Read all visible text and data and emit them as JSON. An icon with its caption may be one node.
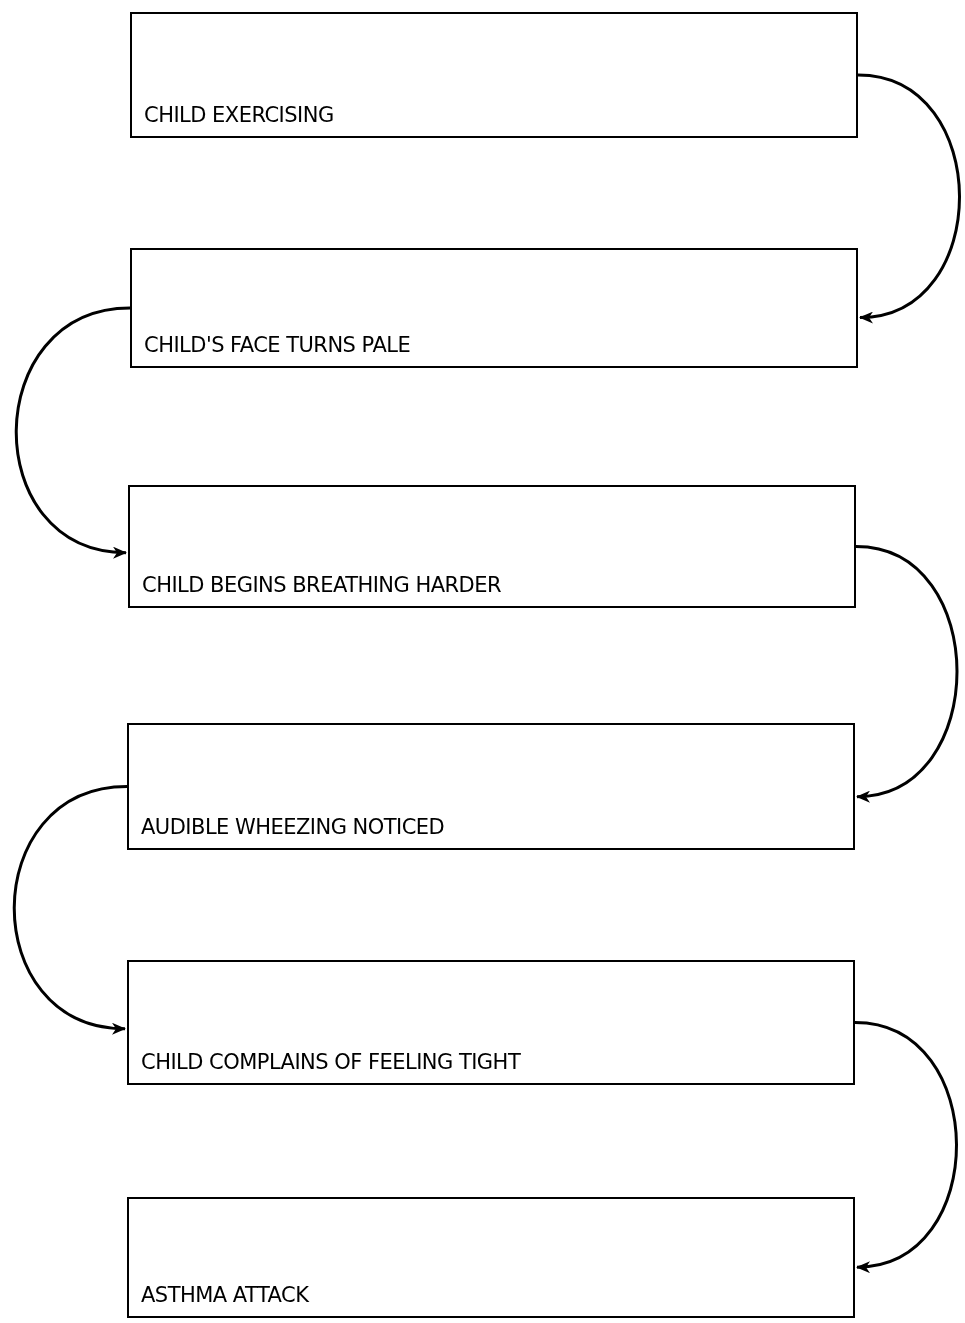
{
  "diagram": {
    "nodes": [
      {
        "text": [
          "CHILD EXERCISING"
        ]
      },
      {
        "text": [
          "CHILD'S FACE TURNS PALE"
        ]
      },
      {
        "text": [
          "CHILD BEGINS BREATHING HARDER"
        ]
      },
      {
        "text": [
          "AUDIBLE WHEEZING NOTICED"
        ]
      },
      {
        "text": [
          "CHILD COMPLAINS OF FEELING TIGHT"
        ]
      },
      {
        "text": [
          "ASTHMA ATTACK"
        ]
      }
    ],
    "edges": [
      {
        "from": 0,
        "to": 1,
        "arrow": "to"
      },
      {
        "from": 1,
        "to": 2,
        "arrow": "to"
      },
      {
        "from": 2,
        "to": 3,
        "arrow": "to"
      },
      {
        "from": 3,
        "to": 4,
        "arrow": "to"
      },
      {
        "from": 4,
        "to": 5,
        "arrow": "to"
      }
    ]
  }
}
